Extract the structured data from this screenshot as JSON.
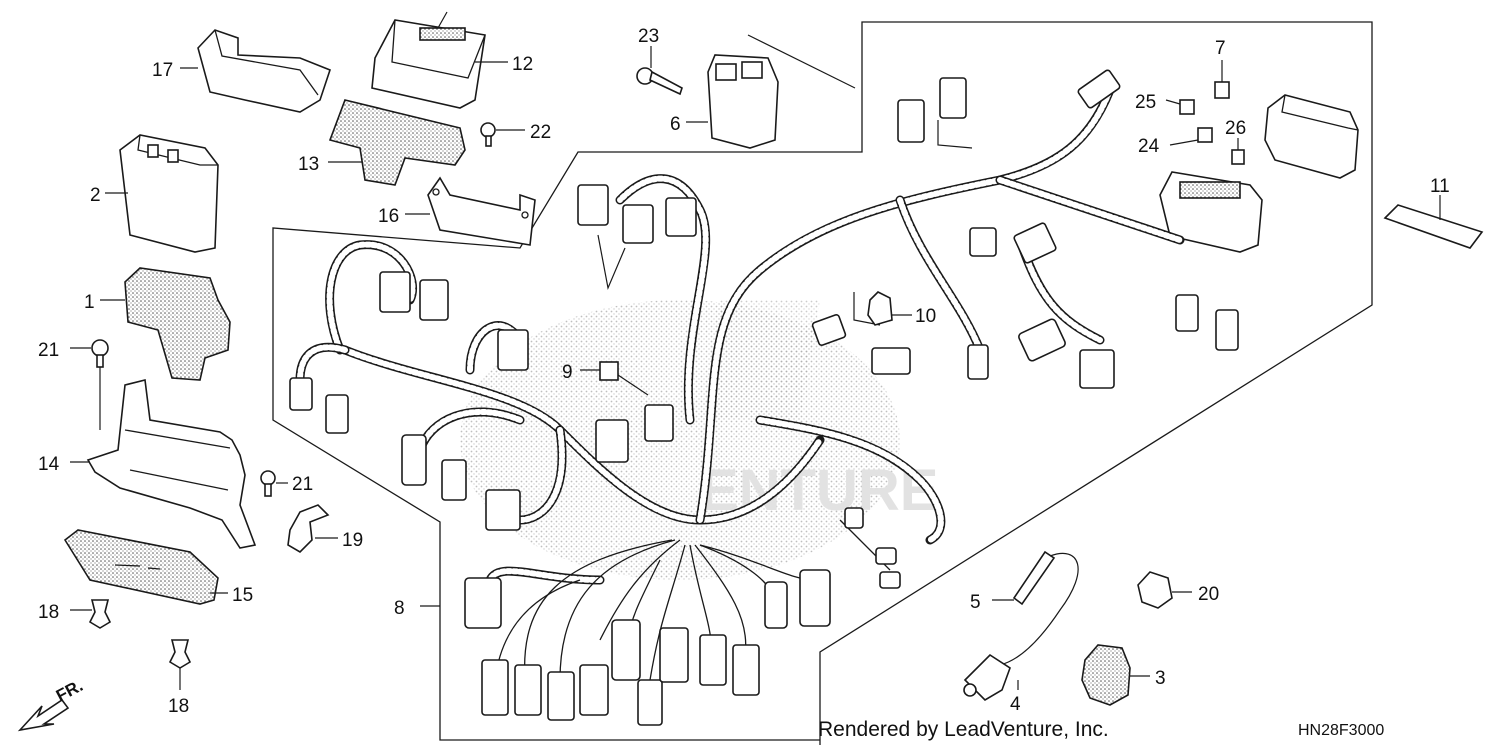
{
  "labels": {
    "p1": "1",
    "p2": "2",
    "p3": "3",
    "p4": "4",
    "p5": "5",
    "p6": "6",
    "p7": "7",
    "p8": "8",
    "p9": "9",
    "p10": "10",
    "p11": "11",
    "p12": "12",
    "p13": "13",
    "p14": "14",
    "p15": "15",
    "p16": "16",
    "p17": "17",
    "p18a": "18",
    "p18b": "18",
    "p19": "19",
    "p20": "20",
    "p21a": "21",
    "p21b": "21",
    "p22": "22",
    "p23": "23",
    "p24": "24",
    "p25": "25",
    "p26": "26"
  },
  "direction": "FR.",
  "watermark": "ENTURE",
  "footer": {
    "rendered": "Rendered by LeadVenture, Inc.",
    "code": "HN28F3000"
  }
}
